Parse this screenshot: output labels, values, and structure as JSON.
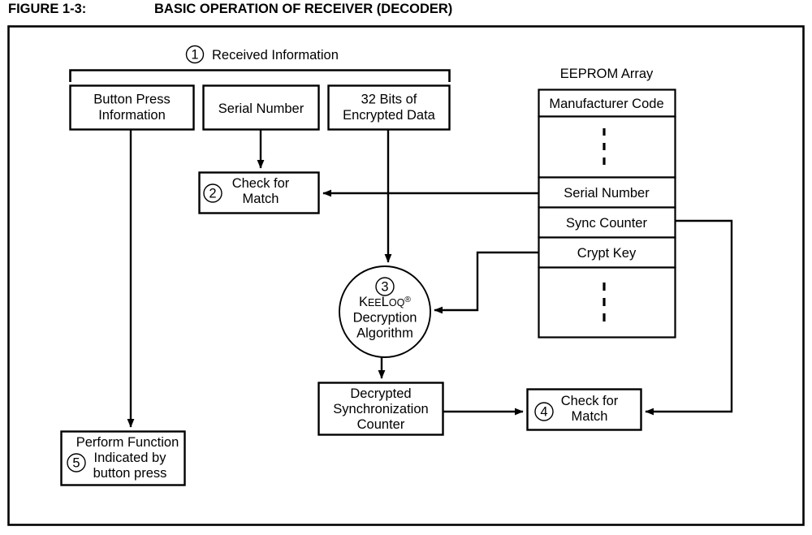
{
  "figure": {
    "label": "FIGURE 1-3:",
    "title": "BASIC OPERATION OF RECEIVER (DECODER)"
  },
  "annotations": {
    "received_information": "Received Information",
    "eeprom_array": "EEPROM Array"
  },
  "steps": {
    "one": "1",
    "two": "2",
    "three": "3",
    "four": "4",
    "five": "5"
  },
  "inputs": [
    {
      "line1": "Button Press",
      "line2": "Information"
    },
    {
      "line1": "Serial Number",
      "line2": ""
    },
    {
      "line1": "32 Bits of",
      "line2": "Encrypted Data"
    }
  ],
  "check_match_top": {
    "line1": "Check for",
    "line2": "Match"
  },
  "check_match_bottom": {
    "line1": "Check for",
    "line2": "Match"
  },
  "decrypt_node": {
    "brand_1": "K",
    "brand_2": "EE",
    "brand_3": "L",
    "brand_4": "OQ",
    "registered": "®",
    "line2": "Decryption",
    "line3": "Algorithm"
  },
  "decrypted_counter": {
    "line1": "Decrypted",
    "line2": "Synchronization",
    "line3": "Counter"
  },
  "perform_function": {
    "line1": "Perform Function",
    "line2": "Indicated by",
    "line3": "button press"
  },
  "eeprom_rows": [
    {
      "label": "Manufacturer Code",
      "kind": "text"
    },
    {
      "label": "",
      "kind": "ellipsis"
    },
    {
      "label": "Serial Number",
      "kind": "text"
    },
    {
      "label": "Sync Counter",
      "kind": "text"
    },
    {
      "label": "Crypt Key",
      "kind": "text"
    },
    {
      "label": "",
      "kind": "ellipsis"
    }
  ],
  "colors": {
    "ink": "#000000",
    "paper": "#ffffff"
  }
}
